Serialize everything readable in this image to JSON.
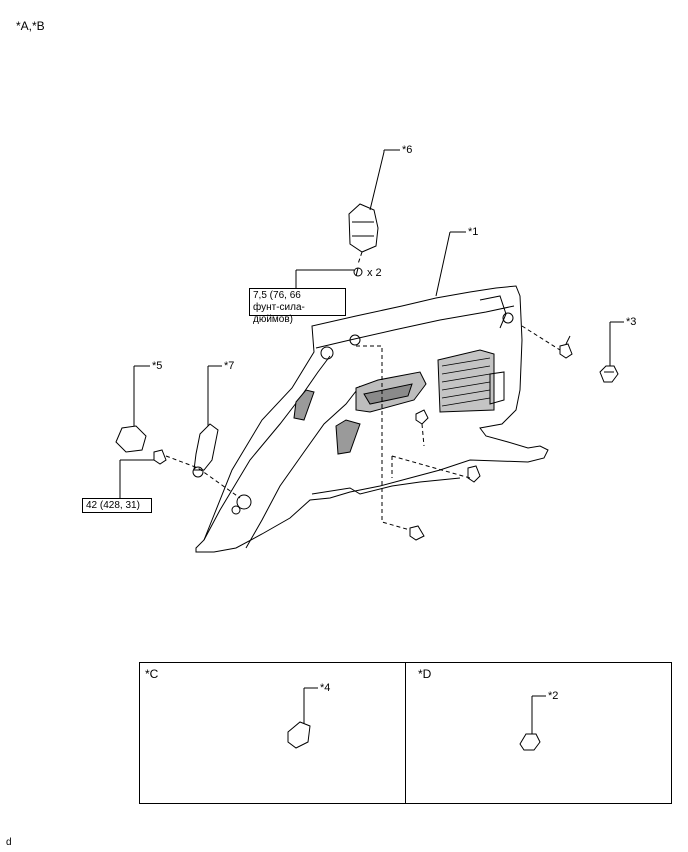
{
  "header": {
    "variant_label": "*A,*B"
  },
  "callouts": {
    "c1": "*1",
    "c2": "*2",
    "c3": "*3",
    "c4": "*4",
    "c5": "*5",
    "c6": "*6",
    "c7": "*7"
  },
  "quantity": "x 2",
  "torque": {
    "upper": {
      "line1": "7,5 (76, 66",
      "line2": "фунт-сила-дюймов)"
    },
    "lower": {
      "line1": "42 (428, 31)"
    }
  },
  "insets": {
    "left_label": "*C",
    "right_label": "*D"
  },
  "footer": {
    "code": "d"
  }
}
